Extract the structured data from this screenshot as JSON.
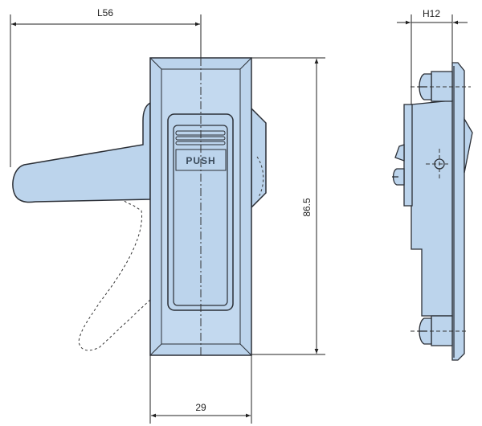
{
  "dimensions": {
    "lever_length": "L56",
    "height": "86.5",
    "width": "29",
    "depth": "H12"
  },
  "button_label": "PUSH",
  "colors": {
    "fill": "#bcd4ec",
    "stroke": "#2b2f36",
    "dimension_line": "#222222"
  }
}
